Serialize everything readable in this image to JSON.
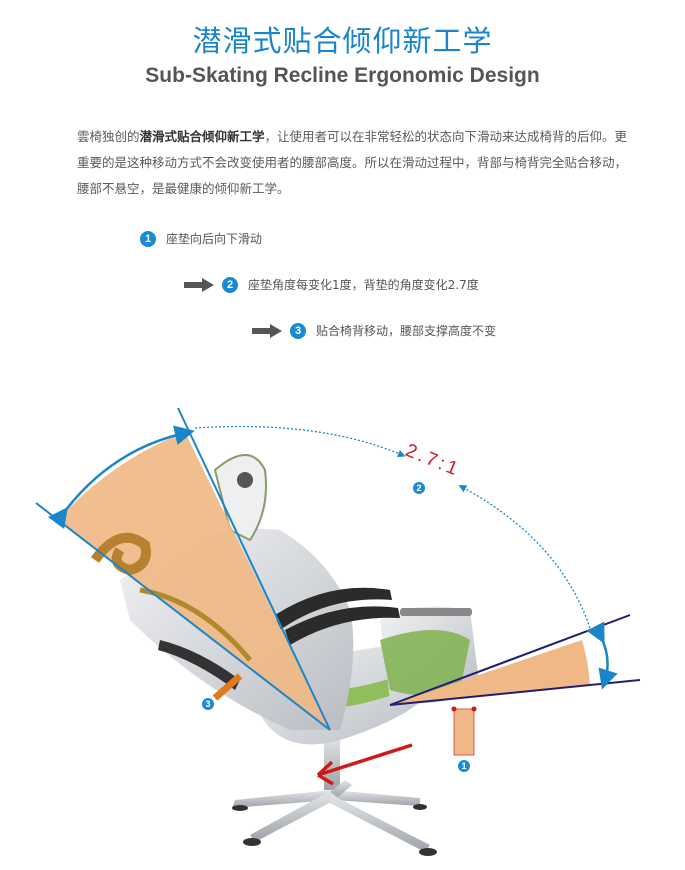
{
  "header": {
    "title_cn": "潜滑式贴合倾仰新工学",
    "title_en": "Sub-Skating Recline Ergonomic Design"
  },
  "intro": {
    "prefix": "雲椅独创的",
    "highlight": "潜滑式贴合倾仰新工学",
    "rest": "，让使用者可以在非常轻松的状态向下滑动来达成椅背的后仰。更重要的是这种移动方式不会改变使用者的腰部高度。所以在滑动过程中，背部与椅背完全贴合移动，腰部不悬空，是最健康的倾仰新工学。"
  },
  "steps": [
    {
      "num": "1",
      "text": "座垫向后向下滑动",
      "has_arrow": false
    },
    {
      "num": "2",
      "text": "座垫角度每变化1度，背垫的角度变化2.7度",
      "has_arrow": true
    },
    {
      "num": "3",
      "text": "贴合椅背移动，腰部支撑高度不变",
      "has_arrow": true
    }
  ],
  "diagram": {
    "ratio_label": "2.7:1",
    "markers": {
      "seat_slide": "1",
      "ratio": "2",
      "lumbar": "3"
    }
  },
  "colors": {
    "accent_blue": "#1a86c9",
    "ratio_red": "#d0182a",
    "wedge_orange": "#f0b886",
    "navy_line": "#1f1f6e",
    "lumbar_arrow": "#e07a1c"
  }
}
